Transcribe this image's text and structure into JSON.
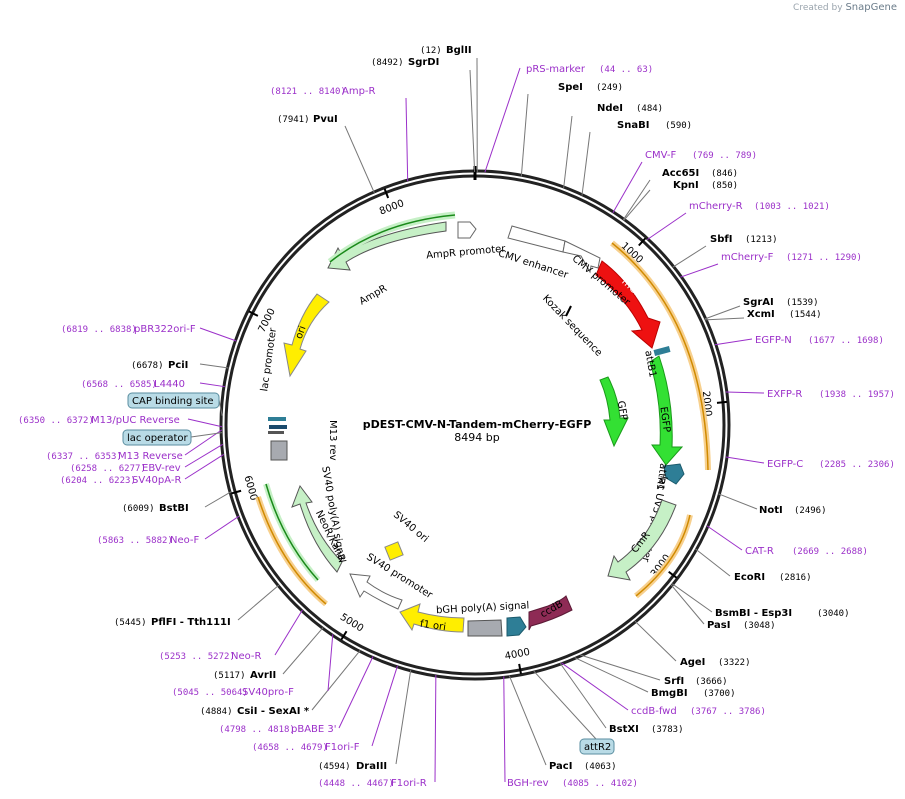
{
  "credit": {
    "created_by": "Created by",
    "brand": "SnapGene"
  },
  "title": "pDEST-CMV-N-Tandem-mCherry-EGFP",
  "size": "8494 bp",
  "total_bp": 8494,
  "colors": {
    "red": "#ee1111",
    "green": "#33e033",
    "lightgreen": "#c6f0c6",
    "yellow": "#ffee00",
    "gray": "#a7aab0",
    "teal": "#2e7e96",
    "maroon": "#8e2b55",
    "orange": "#f0a020",
    "primer": "#9b30c9"
  },
  "ticks": [
    {
      "label": "1000",
      "bp": 1000
    },
    {
      "label": "2000",
      "bp": 2000
    },
    {
      "label": "3000",
      "bp": 3000
    },
    {
      "label": "4000",
      "bp": 4000
    },
    {
      "label": "5000",
      "bp": 5000
    },
    {
      "label": "6000",
      "bp": 6000
    },
    {
      "label": "7000",
      "bp": 7000
    },
    {
      "label": "8000",
      "bp": 8000
    }
  ],
  "enzymes": [
    {
      "name": "BglII",
      "pos": "(12)",
      "bp": 12
    },
    {
      "name": "SgrDI",
      "pos": "(8492)",
      "bp": 8492
    },
    {
      "name": "SpeI",
      "pos": "(249)",
      "bp": 249
    },
    {
      "name": "NdeI",
      "pos": "(484)",
      "bp": 484
    },
    {
      "name": "SnaBI",
      "pos": "(590)",
      "bp": 590
    },
    {
      "name": "PvuI",
      "pos": "(7941)",
      "bp": 7941
    },
    {
      "name": "Acc65I",
      "pos": "(846)",
      "bp": 846
    },
    {
      "name": "KpnI",
      "pos": "(850)",
      "bp": 850
    },
    {
      "name": "SbfI",
      "pos": "(1213)",
      "bp": 1213
    },
    {
      "name": "SgrAI",
      "pos": "(1539)",
      "bp": 1539
    },
    {
      "name": "XcmI",
      "pos": "(1544)",
      "bp": 1544
    },
    {
      "name": "PciI",
      "pos": "(6678)",
      "bp": 6678
    },
    {
      "name": "NotI",
      "pos": "(2496)",
      "bp": 2496
    },
    {
      "name": "BstBI",
      "pos": "(6009)",
      "bp": 6009
    },
    {
      "name": "EcoRI",
      "pos": "(2816)",
      "bp": 2816
    },
    {
      "name": "BsmBI - Esp3I",
      "pos": "(3040)",
      "bp": 3040
    },
    {
      "name": "PasI",
      "pos": "(3048)",
      "bp": 3048
    },
    {
      "name": "PflFI - Tth111I",
      "pos": "(5445)",
      "bp": 5445
    },
    {
      "name": "AgeI",
      "pos": "(3322)",
      "bp": 3322
    },
    {
      "name": "SrfI",
      "pos": "(3666)",
      "bp": 3666
    },
    {
      "name": "BmgBI",
      "pos": "(3700)",
      "bp": 3700
    },
    {
      "name": "AvrII",
      "pos": "(5117)",
      "bp": 5117
    },
    {
      "name": "CsiI - SexAI *",
      "pos": "(4884)",
      "bp": 4884
    },
    {
      "name": "BstXI",
      "pos": "(3783)",
      "bp": 3783
    },
    {
      "name": "DraIII",
      "pos": "(4594)",
      "bp": 4594
    },
    {
      "name": "PacI",
      "pos": "(4063)",
      "bp": 4063
    }
  ],
  "primers": [
    {
      "name": "pRS-marker",
      "range": "(44 .. 63)",
      "bp": 53
    },
    {
      "name": "Amp-R",
      "range": "(8121 .. 8140)",
      "bp": 8130
    },
    {
      "name": "CMV-F",
      "range": "(769 .. 789)",
      "bp": 779
    },
    {
      "name": "mCherry-R",
      "range": "(1003 .. 1021)",
      "bp": 1012
    },
    {
      "name": "mCherry-F",
      "range": "(1271 .. 1290)",
      "bp": 1280
    },
    {
      "name": "pBR322ori-F",
      "range": "(6819 .. 6838)",
      "bp": 6828
    },
    {
      "name": "EGFP-N",
      "range": "(1677 .. 1698)",
      "bp": 1687
    },
    {
      "name": "L4440",
      "range": "(6568 .. 6585)",
      "bp": 6576
    },
    {
      "name": "EXFP-R",
      "range": "(1938 .. 1957)",
      "bp": 1947
    },
    {
      "name": "M13/pUC Reverse",
      "range": "(6350 .. 6372)",
      "bp": 6361
    },
    {
      "name": "M13 Reverse",
      "range": "(6337 .. 6353)",
      "bp": 6345
    },
    {
      "name": "EGFP-C",
      "range": "(2285 .. 2306)",
      "bp": 2295
    },
    {
      "name": "EBV-rev",
      "range": "(6258 .. 6277)",
      "bp": 6267
    },
    {
      "name": "SV40pA-R",
      "range": "(6204 .. 6223)",
      "bp": 6213
    },
    {
      "name": "Neo-F",
      "range": "(5863 .. 5882)",
      "bp": 5872
    },
    {
      "name": "CAT-R",
      "range": "(2669 .. 2688)",
      "bp": 2678
    },
    {
      "name": "Neo-R",
      "range": "(5253 .. 5272)",
      "bp": 5262
    },
    {
      "name": "SV40pro-F",
      "range": "(5045 .. 5064)",
      "bp": 5054
    },
    {
      "name": "ccdB-fwd",
      "range": "(3767 .. 3786)",
      "bp": 3776
    },
    {
      "name": "pBABE 3'",
      "range": "(4798 .. 4818)",
      "bp": 4808
    },
    {
      "name": "F1ori-F",
      "range": "(4658 .. 4679)",
      "bp": 4668
    },
    {
      "name": "F1ori-R",
      "range": "(4448 .. 4467)",
      "bp": 4457
    },
    {
      "name": "BGH-rev",
      "range": "(4085 .. 4102)",
      "bp": 4093
    }
  ],
  "boxed": [
    {
      "name": "CAP binding site",
      "bp": 6420
    },
    {
      "name": "lac operator",
      "bp": 6330
    },
    {
      "name": "attR2",
      "bp": 3930
    }
  ],
  "features": [
    {
      "name": "AmpR promoter"
    },
    {
      "name": "AmpR"
    },
    {
      "name": "CMV enhancer"
    },
    {
      "name": "CMV promoter"
    },
    {
      "name": "mCherry"
    },
    {
      "name": "Kozak sequence"
    },
    {
      "name": "attB1"
    },
    {
      "name": "GFP"
    },
    {
      "name": "EGFP"
    },
    {
      "name": "attR1"
    },
    {
      "name": "lac UV5 promoter"
    },
    {
      "name": "CmR"
    },
    {
      "name": "ccdB"
    },
    {
      "name": "bGH poly(A) signal"
    },
    {
      "name": "f1 ori"
    },
    {
      "name": "SV40 promoter"
    },
    {
      "name": "SV40 ori"
    },
    {
      "name": "NeoR/KanR"
    },
    {
      "name": "SV40 poly(A) signal"
    },
    {
      "name": "lac promoter"
    },
    {
      "name": "M13 rev"
    },
    {
      "name": "ori"
    }
  ]
}
